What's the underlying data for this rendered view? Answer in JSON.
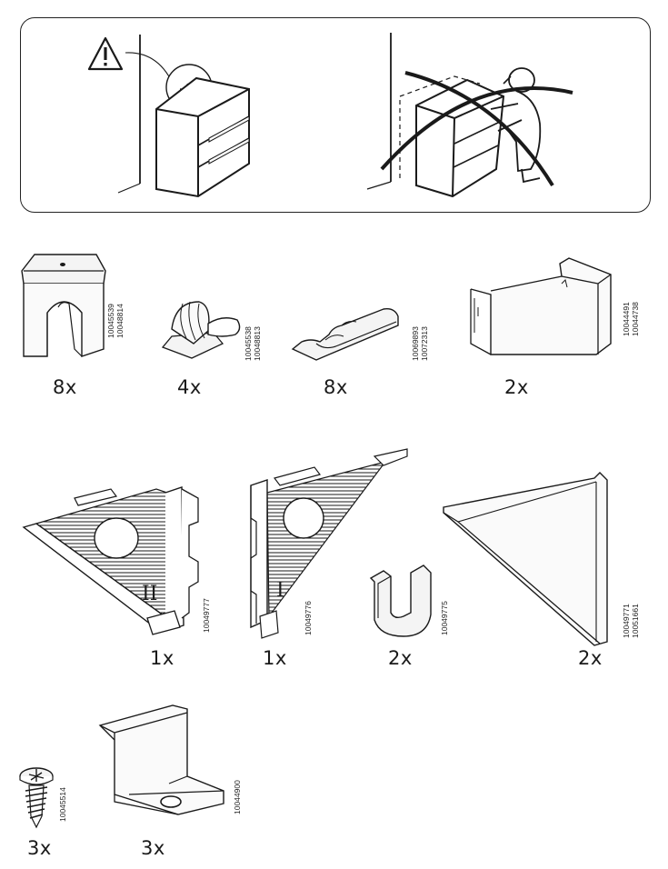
{
  "warning_panel": {
    "icon": "warning-triangle-icon",
    "left_scene": "shelf-attached-to-wall",
    "right_scene": "shelf-tipping-over-crossed-out"
  },
  "parts": [
    {
      "id": "p1",
      "quantity": "8x",
      "codes": [
        "10045539",
        "10048814"
      ],
      "icon": "plastic-foot-cap-icon"
    },
    {
      "id": "p2",
      "quantity": "4x",
      "codes": [
        "10045538",
        "10048813"
      ],
      "icon": "wire-clip-icon"
    },
    {
      "id": "p3",
      "quantity": "8x",
      "codes": [
        "10069893",
        "10072313"
      ],
      "icon": "cable-holder-icon"
    },
    {
      "id": "p4",
      "quantity": "2x",
      "codes": [
        "10044491",
        "10044738"
      ],
      "icon": "u-bracket-cover-icon"
    },
    {
      "id": "p5",
      "quantity": "1x",
      "codes": [
        "10049777"
      ],
      "mark": "II",
      "icon": "corner-bracket-right-icon"
    },
    {
      "id": "p6",
      "quantity": "1x",
      "codes": [
        "10049776"
      ],
      "mark": "I",
      "icon": "corner-bracket-left-icon"
    },
    {
      "id": "p7",
      "quantity": "2x",
      "codes": [
        "10049775"
      ],
      "icon": "u-clip-icon"
    },
    {
      "id": "p8",
      "quantity": "2x",
      "codes": [
        "10049771",
        "10051661"
      ],
      "icon": "triangular-side-cover-icon"
    },
    {
      "id": "p9",
      "quantity": "3x",
      "codes": [
        "10045514"
      ],
      "icon": "screw-icon"
    },
    {
      "id": "p10",
      "quantity": "3x",
      "codes": [
        "10044900"
      ],
      "icon": "angle-bracket-icon"
    }
  ]
}
